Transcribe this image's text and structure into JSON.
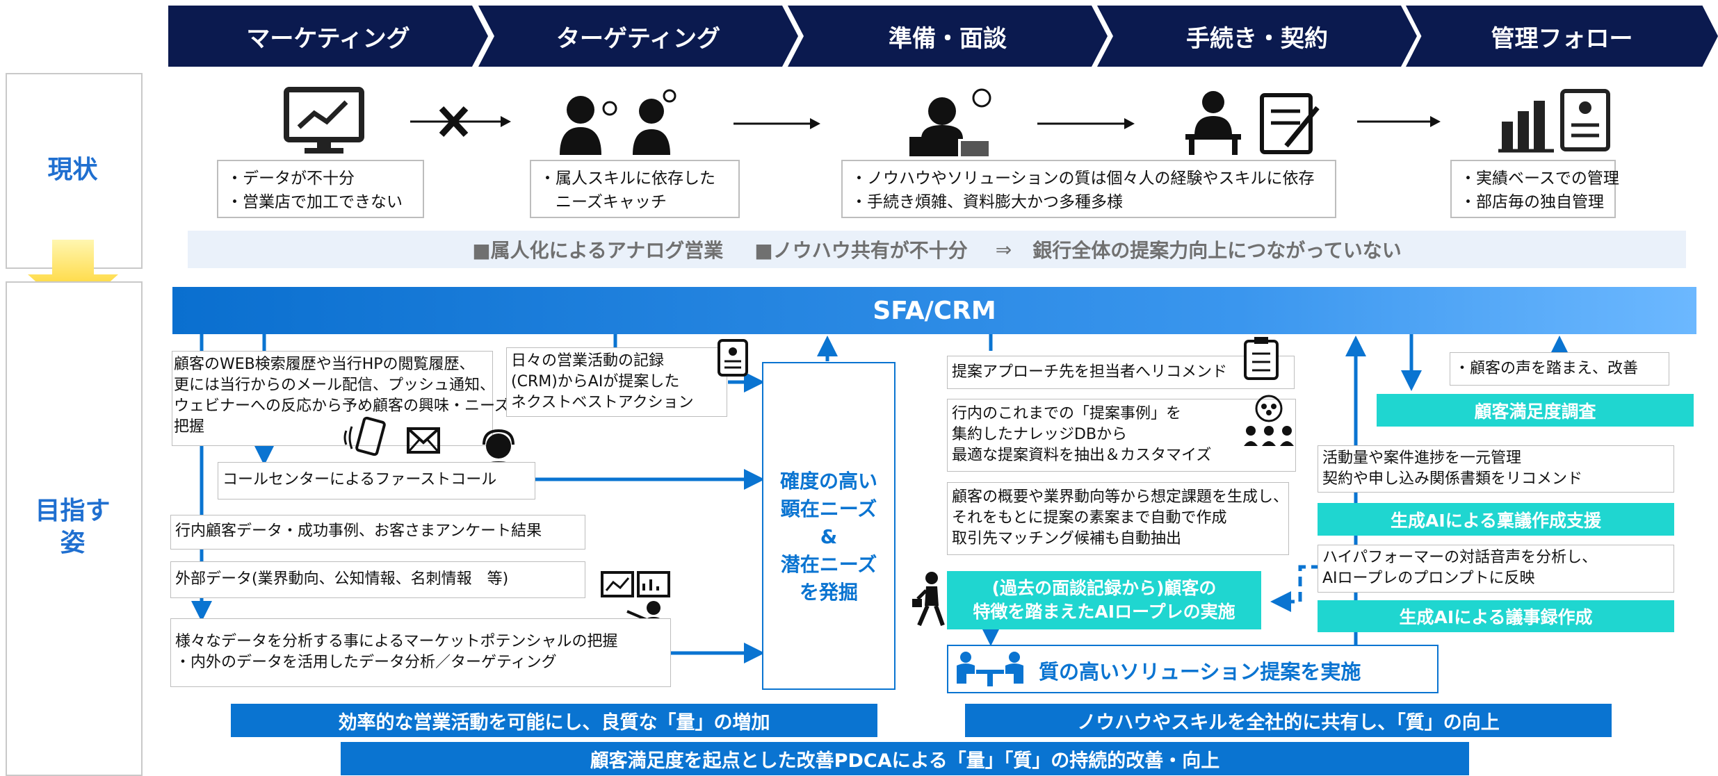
{
  "stages": [
    "マーケティング",
    "ターゲティング",
    "準備・面談",
    "手続き・契約",
    "管理フォロー"
  ],
  "side": {
    "current": "現状",
    "target": [
      "目指す",
      "姿"
    ]
  },
  "current": {
    "box1": [
      "・データが不十分",
      "・営業店で加工できない"
    ],
    "box2": [
      "・属人スキルに依存した",
      "　ニーズキャッチ"
    ],
    "box3": [
      "・ノウハウやソリューションの質は個々人の経験やスキルに依存",
      "・手続き煩雑、資料膨大かつ多種多様"
    ],
    "box4": [
      "・実績ベースでの管理",
      "・部店毎の独自管理"
    ],
    "issue_a": "■属人化によるアナログ営業",
    "issue_b": "■ノウハウ共有が不十分",
    "issue_arrow": "⇒",
    "issue_c": "銀行全体の提案力向上につながっていない"
  },
  "sfa": "SFA/CRM",
  "left": {
    "web": [
      "顧客のWEB検索履歴や当行HPの閲覧履歴、",
      "更には当行からのメール配信、プッシュ通知、",
      "ウェビナーへの反応から予め顧客の興味・ニーズを",
      "把握"
    ],
    "call": "コールセンターによるファーストコール",
    "internal": "行内顧客データ・成功事例、お客さまアンケート結果",
    "external": "外部データ(業界動向、公知情報、名刺情報　等)",
    "market": [
      "様々なデータを分析する事によるマーケットポテンシャルの把握",
      "・内外のデータを活用したデータ分析／ターゲティング"
    ],
    "daily": [
      "日々の営業活動の記録",
      "(CRM)からAIが提案した",
      "ネクストベストアクション"
    ]
  },
  "needs": [
    "確度の高い",
    "顕在ニーズ",
    "&",
    "潜在ニーズ",
    "を発掘"
  ],
  "middle": {
    "recommend": "提案アプローチ先を担当者へリコメンド",
    "knowledge": [
      "行内のこれまでの「提案事例」を",
      "集約したナレッジDBから",
      "最適な提案資料を抽出＆カスタマイズ"
    ],
    "issue_gen": [
      "顧客の概要や業界動向等から想定課題を生成し、",
      "それをもとに提案の素案まで自動で作成",
      "取引先マッチング候補も自動抽出"
    ],
    "roleplay": [
      "(過去の面談記録から)顧客の",
      "特徴を踏まえたAIロープレの実施"
    ],
    "solution": "質の高いソリューション提案を実施"
  },
  "right": {
    "voice": "・顧客の声を踏まえ、改善",
    "survey": "顧客満足度調査",
    "manage": [
      "活動量や案件進捗を一元管理",
      "契約や申し込み関係書類をリコメンド"
    ],
    "ringi": "生成AIによる稟議作成支援",
    "audio": [
      "ハイパフォーマーの対話音声を分析し、",
      "AIロープレのプロンプトに反映"
    ],
    "minutes": "生成AIによる議事録作成"
  },
  "bottom": {
    "left": "効率的な営業活動を可能にし、良質な「量」の増加",
    "right": "ノウハウやスキルを全社的に共有し、「質」の向上",
    "main": "顧客満足度を起点とした改善PDCAによる「量」「質」の持続的改善・向上"
  },
  "colors": {
    "navy": "#0b1a4f",
    "blue": "#0a74d1",
    "teal": "#1fd6d0",
    "sidelabel": "#1f6fd0",
    "issuebg": "#eaf1fa"
  }
}
